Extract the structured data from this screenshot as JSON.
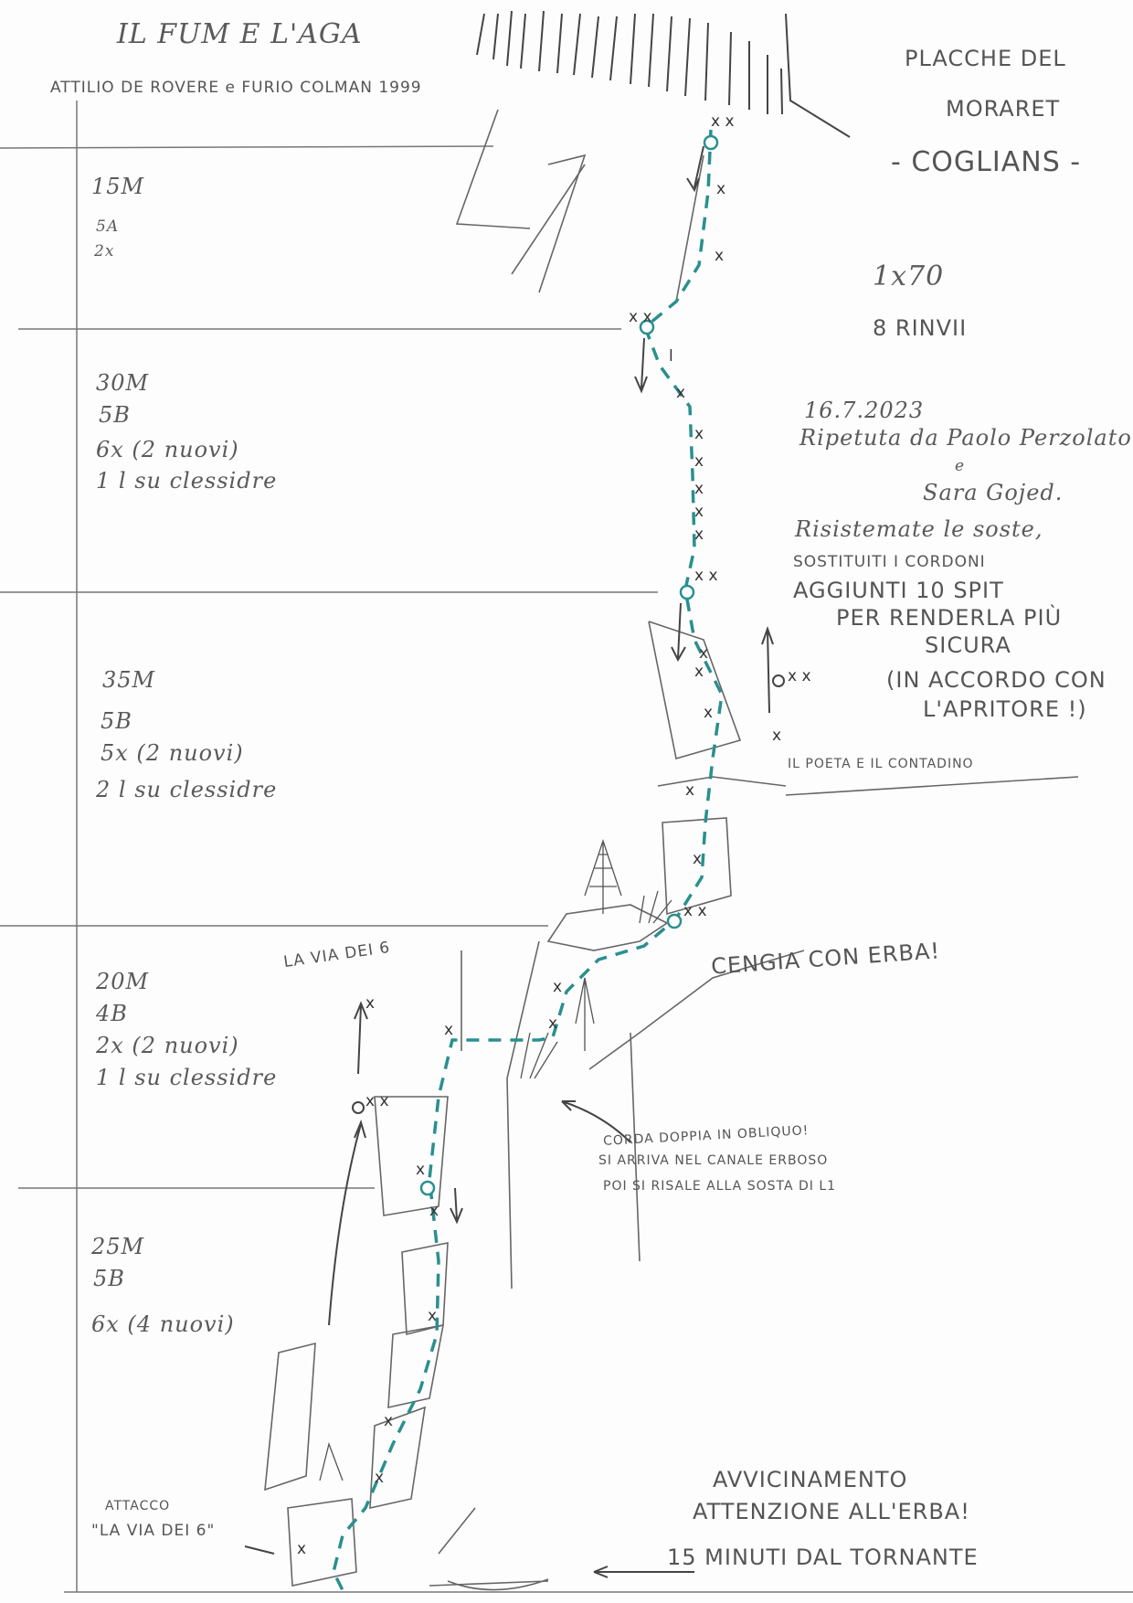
{
  "header": {
    "title": "IL FUM E L'AGA",
    "authors": "ATTILIO DE ROVERE e FURIO COLMAN 1999",
    "wall_line1": "PLACCHE DEL",
    "wall_line2": "MORARET",
    "mountain": "- COGLIANS -"
  },
  "gear": {
    "rope": "1x70",
    "quickdraws": "8 RINVII"
  },
  "notes": {
    "date": "16.7.2023",
    "line1": "Ripetuta da Paolo Perzolato",
    "line2": "e",
    "line3": "Sara Gojed.",
    "line4": "Risistemate le soste,",
    "line5": "SOSTITUITI I CORDONI",
    "line6": "AGGIUNTI 10 SPIT",
    "line7": "PER RENDERLA PIÙ",
    "line8": "SICURA",
    "line9": "(IN ACCORDO CON",
    "line10": "L'APRITORE !)"
  },
  "pitches": [
    {
      "length": "15M",
      "grade": "5A",
      "bolts": "2x",
      "threads": ""
    },
    {
      "length": "30M",
      "grade": "5B",
      "bolts": "6x (2 nuovi)",
      "threads": "1 l su clessidre"
    },
    {
      "length": "35M",
      "grade": "5B",
      "bolts": "5x (2 nuovi)",
      "threads": "2 l su clessidre"
    },
    {
      "length": "20M",
      "grade": "4B",
      "bolts": "2x (2 nuovi)",
      "threads": "1 l su clessidre"
    },
    {
      "length": "25M",
      "grade": "5B",
      "bolts": "6x (4 nuovi)",
      "threads": ""
    }
  ],
  "labels": {
    "other_route": "IL POETA E IL CONTADINO",
    "via_dei_6": "LA VIA DEI 6",
    "ledge": "CENGIA CON ERBA!",
    "rappel1": "CORDA DOPPIA IN OBLIQUO!",
    "rappel2": "SI ARRIVA NEL CANALE ERBOSO",
    "rappel3": "POI SI RISALE ALLA SOSTA DI L1",
    "start1": "ATTACCO",
    "start2": "\"LA VIA DEI 6\"",
    "approach1": "AVVICINAMENTO",
    "approach2": "ATTENZIONE ALL'ERBA!",
    "approach3": "15 MINUTI DAL TORNANTE"
  },
  "colors": {
    "route": "#2a8f8f",
    "pencil": "#555555"
  }
}
